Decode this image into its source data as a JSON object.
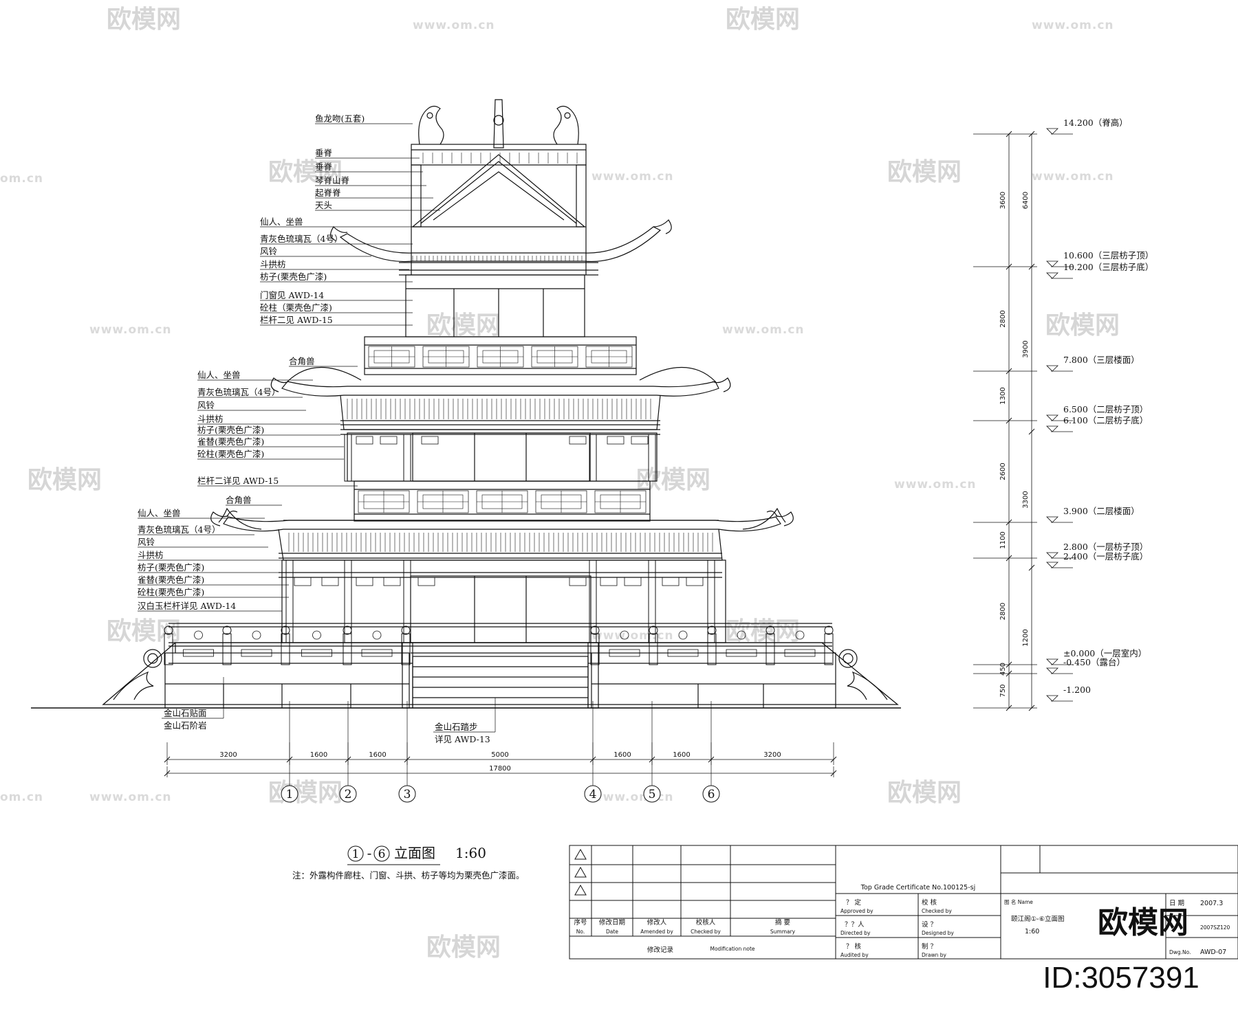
{
  "watermark": {
    "brand": "欧模网",
    "url": "www.om.cn",
    "url_short": "om.cn"
  },
  "left_annotations": [
    "鱼龙吻(五套)",
    "垂脊",
    "垂脊",
    "琴脊山脊",
    "起脊脊",
    "天头",
    "仙人、坐兽",
    "青灰色琉璃瓦（4号）",
    "风铃",
    "斗拱枋",
    "枋子(栗壳色广漆)",
    "门窗见  AWD-14",
    "砼柱（栗壳色广漆)",
    "栏杆二见  AWD-15",
    "合角兽",
    "仙人、坐兽",
    "青灰色琉璃瓦（4号）",
    "风铃",
    "斗拱枋",
    "枋子(栗壳色广漆)",
    "雀替(栗壳色广漆)",
    "砼柱(栗壳色广漆)",
    "栏杆二详见  AWD-15",
    "合角兽",
    "仙人、坐兽",
    "青灰色琉璃瓦（4号）",
    "风铃",
    "斗拱枋",
    "枋子(栗壳色广漆)",
    "雀替(栗壳色广漆)",
    "砼柱(栗壳色广漆)",
    "汉白玉栏杆详见  AWD-14"
  ],
  "bottom_annotations": {
    "base_line1": "金山石贴面",
    "base_line2": "金山石阶岩",
    "steps_line1": "金山石踏步",
    "steps_line2": "详见  AWD-13"
  },
  "levels": [
    "14.200（脊高）",
    "10.600（三层枋子顶）",
    "10.200（三层枋子底）",
    "7.800（三层楼面）",
    "6.500（二层枋子顶）",
    "6.100（二层枋子底）",
    "3.900（二层楼面）",
    "2.800（一层枋子顶）",
    "2.400（一层枋子底）",
    "±0.000（一层室内）",
    "-0.450（露台）",
    "-1.200"
  ],
  "right_dims_inner": [
    "3600",
    "2800",
    "1300",
    "2600",
    "1100",
    "2800",
    "450",
    "750"
  ],
  "right_dims_outer": [
    "6400",
    "3900",
    "3300",
    "1200"
  ],
  "bottom_dims": [
    "3200",
    "1600",
    "1600",
    "5000",
    "1600",
    "1600",
    "3200"
  ],
  "bottom_total": "17800",
  "axes": [
    "1",
    "2",
    "3",
    "4",
    "5",
    "6"
  ],
  "drawing_title": {
    "from": "1",
    "to": "6",
    "dash": "-",
    "title": "立面图",
    "scale": "1:60",
    "note": "注：外露构件廊柱、门窗、斗拱、枋子等均为栗壳色广漆面。"
  },
  "revision_table": {
    "headers_cn": [
      "序号",
      "修改日期",
      "修改人",
      "校核人",
      "摘  要"
    ],
    "headers_en": [
      "No.",
      "Date",
      "Amended by",
      "Checked by",
      "Summary"
    ],
    "footer_cn": "修改记录",
    "footer_en": "Modification note"
  },
  "title_block": {
    "certificate": "Top Grade Certificate No.100125-sj",
    "approved_cn": "？ 定",
    "approved_en": "Approved by",
    "checked_cn": "校 核",
    "checked_en": "Checked by",
    "directed_cn": "？？人",
    "directed_en": "Directed by",
    "designed_cn": "设 ？",
    "designed_en": "Designed by",
    "audited_cn": "？ 核",
    "audited_en": "Audited by",
    "drawn_cn": "制 ？",
    "drawn_en": "Drawn by",
    "name_label": "图 名 Name",
    "drawing_name": "颐江阁①-⑥立面图",
    "scale": "1:60",
    "date_label": "日  期",
    "date": "2007.3",
    "job_no": "2007SZ120",
    "dwg_no_label": "Dwg.No.",
    "dwg_no": "AWD-07"
  },
  "brand_stamp": {
    "name": "欧模网",
    "id": "ID:3057391"
  }
}
